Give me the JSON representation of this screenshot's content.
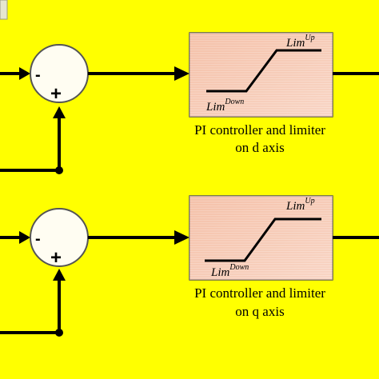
{
  "diagram": {
    "background_color": "#ffff00",
    "block_fill": "#f6c9b4",
    "blocks": [
      {
        "label_line1": "PI controller and limiter",
        "label_line2": "on d axis",
        "lim_up": "Lim",
        "lim_up_sup": "Up",
        "lim_down": "Lim",
        "lim_down_sup": "Down"
      },
      {
        "label_line1": "PI controller and limiter",
        "label_line2": "on q axis",
        "lim_up": "Lim",
        "lim_up_sup": "Up",
        "lim_down": "Lim",
        "lim_down_sup": "Down"
      }
    ],
    "summers": [
      {
        "minus_sign": "-",
        "plus_sign": "+"
      },
      {
        "minus_sign": "-",
        "plus_sign": "+"
      }
    ]
  }
}
